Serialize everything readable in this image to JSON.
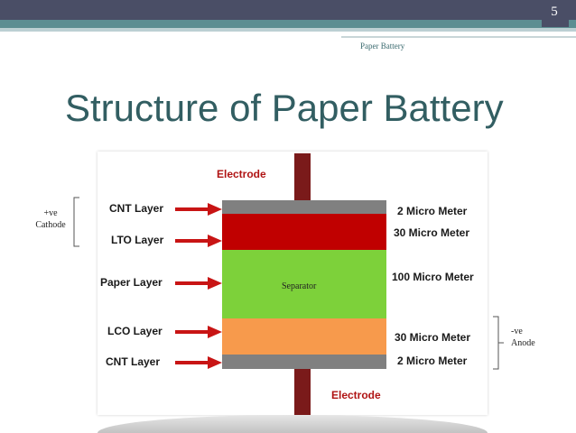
{
  "header": {
    "slide_number": "5",
    "label": "Paper Battery"
  },
  "slide": {
    "title": "Structure of Paper Battery"
  },
  "diagram": {
    "top_electrode": "Electrode",
    "bottom_electrode": "Electrode",
    "separator": "Separator",
    "cathode": {
      "line1": "+ve",
      "line2": "Cathode"
    },
    "anode": {
      "line1": "-ve",
      "line2": "Anode"
    },
    "layers": [
      {
        "name": "CNT Layer",
        "thickness": "2 Micro Meter",
        "color": "#808080"
      },
      {
        "name": "LTO Layer",
        "thickness": "30 Micro Meter",
        "color": "#c00000"
      },
      {
        "name": "Paper Layer",
        "thickness": "100 Micro Meter",
        "color": "#7dd13a"
      },
      {
        "name": "LCO Layer",
        "thickness": "30 Micro Meter",
        "color": "#f79a4c"
      },
      {
        "name": "CNT Layer",
        "thickness": "2 Micro Meter",
        "color": "#808080"
      }
    ],
    "colors": {
      "electrode_rod": "#7a1a1a",
      "arrow": "#c81414",
      "electrode_label": "#b01414"
    }
  }
}
